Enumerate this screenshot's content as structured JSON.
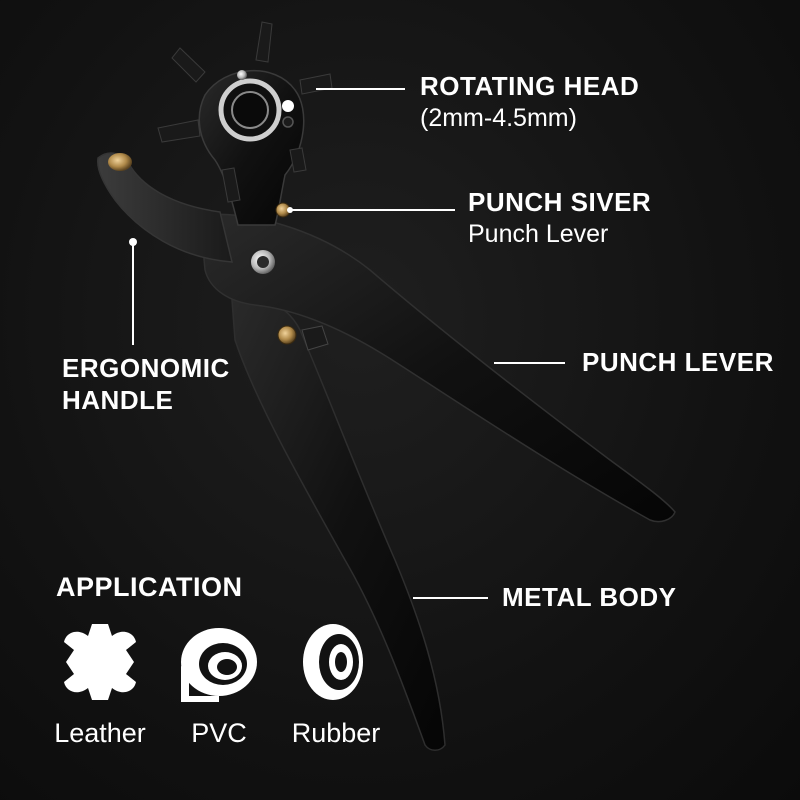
{
  "callouts": {
    "rotating_head": {
      "title": "ROTATING HEAD",
      "subtitle": "(2mm-4.5mm)"
    },
    "punch_siver": {
      "title": "PUNCH SIVER",
      "subtitle": "Punch Lever"
    },
    "ergonomic_handle": {
      "line1": "ERGONOMIC",
      "line2": "HANDLE"
    },
    "punch_lever": {
      "title": "PUNCH LEVER"
    },
    "metal_body": {
      "title": "METAL BODY"
    }
  },
  "application": {
    "title": "APPLICATION",
    "materials": [
      {
        "label": "Leather",
        "icon": "leather-hide-icon"
      },
      {
        "label": "PVC",
        "icon": "pvc-tape-roll-icon"
      },
      {
        "label": "Rubber",
        "icon": "rubber-ring-icon"
      }
    ]
  },
  "colors": {
    "background": "#121212",
    "text": "#ffffff",
    "tool_body": "#0d0d0d",
    "brass_accent": "#b08a4a"
  }
}
